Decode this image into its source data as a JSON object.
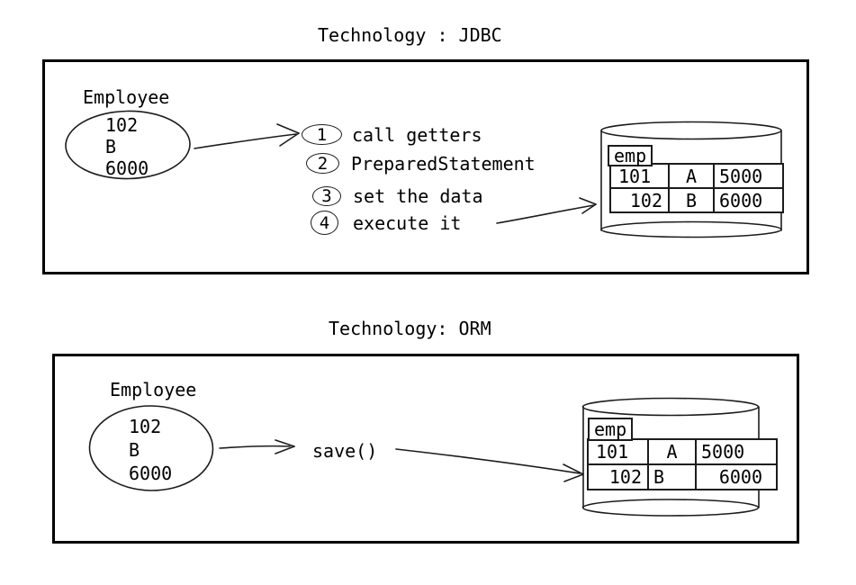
{
  "jdbc": {
    "title": "Technology : JDBC",
    "entity": {
      "label": "Employee",
      "fields": [
        "102",
        "B",
        "6000"
      ]
    },
    "steps": [
      {
        "num": "1",
        "label": "call getters"
      },
      {
        "num": "2",
        "label": "PreparedStatement"
      },
      {
        "num": "3",
        "label": "set the data"
      },
      {
        "num": "4",
        "label": "execute it"
      }
    ],
    "database": {
      "table_name": "emp",
      "rows": [
        [
          "101",
          "A",
          "5000"
        ],
        [
          "102",
          "B",
          "6000"
        ]
      ]
    }
  },
  "orm": {
    "title": "Technology: ORM",
    "entity": {
      "label": "Employee",
      "fields": [
        "102",
        "B",
        "6000"
      ]
    },
    "method_label": "save()",
    "database": {
      "table_name": "emp",
      "rows": [
        [
          "101",
          "A",
          "5000"
        ],
        [
          "102",
          "B",
          "6000"
        ]
      ]
    }
  },
  "colors": {
    "ink": "#1c1c1c",
    "background": "#ffffff"
  }
}
